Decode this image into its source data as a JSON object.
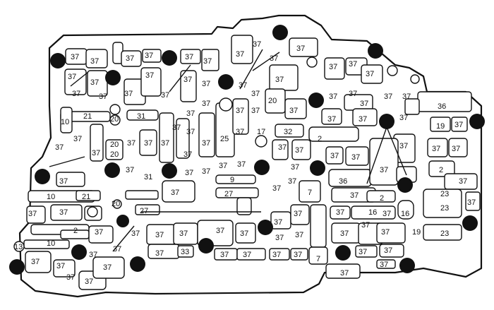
{
  "diagram": {
    "colors": {
      "ink": "#111111",
      "paper": "#ffffff"
    },
    "bolt_icon": "filled-circle",
    "labels": {
      "n37": "37",
      "n36": "36",
      "n33": "33",
      "n32": "32",
      "n31": "31",
      "n27": "27",
      "n25": "25",
      "n23": "23",
      "n21": "21",
      "n20": "20",
      "n19": "19",
      "n17": "17",
      "n16": "16",
      "n13": "13",
      "n10": "10",
      "n9": "9",
      "n7": "7",
      "n2": "2"
    }
  }
}
